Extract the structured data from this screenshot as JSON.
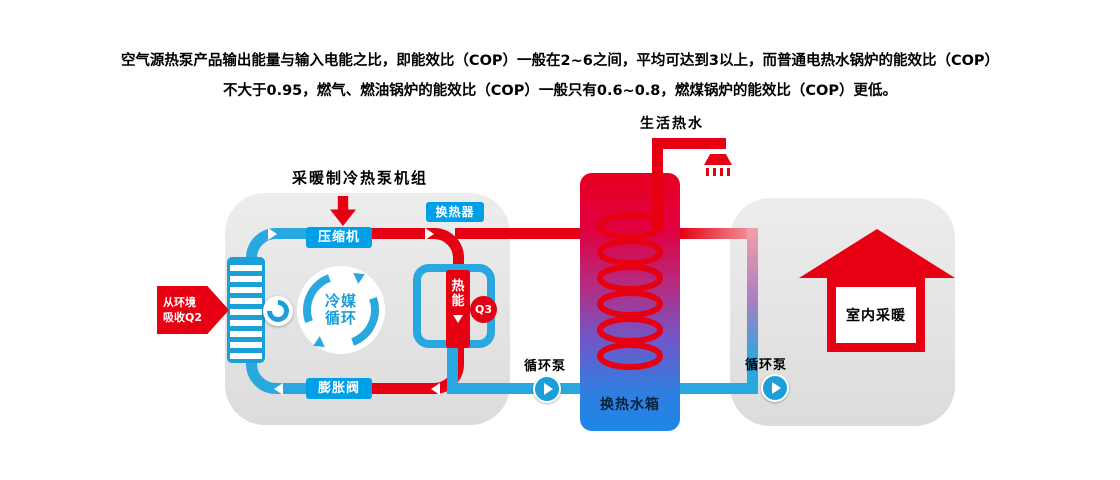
{
  "intro": {
    "line1": "空气源热泵产品输出能量与输入电能之比，即能效比（COP）一般在2~6之间，平均可达到3以上，而普通电热水锅炉的能效比（COP）",
    "line2": "不大于0.95，燃气、燃油锅炉的能效比（COP）一般只有0.6~0.8，燃煤锅炉的能效比（COP）更低。"
  },
  "unit": {
    "title": "采暖制冷热泵机组",
    "compressor": "压缩机",
    "heat_exchanger": "换热器",
    "expansion_valve": "膨胀阀",
    "cycle_line1": "冷媒",
    "cycle_line2": "循环",
    "absorb_line1": "从环境",
    "absorb_line2": "吸收Q2",
    "heat_energy": "热能",
    "q3": "Q3"
  },
  "tank": {
    "label": "换热水箱",
    "hot_water_label": "生活热水"
  },
  "pumps": {
    "left_label": "循环泵",
    "right_label": "循环泵"
  },
  "house": {
    "label": "室内采暖"
  },
  "colors": {
    "red": "#e60012",
    "blue": "#00a0e9",
    "pipe_blue": "#29a8e0",
    "panel_gray": "#e5e5e5",
    "tank_gradient_top": "#e8001f",
    "tank_gradient_bottom": "#1d86e8"
  }
}
